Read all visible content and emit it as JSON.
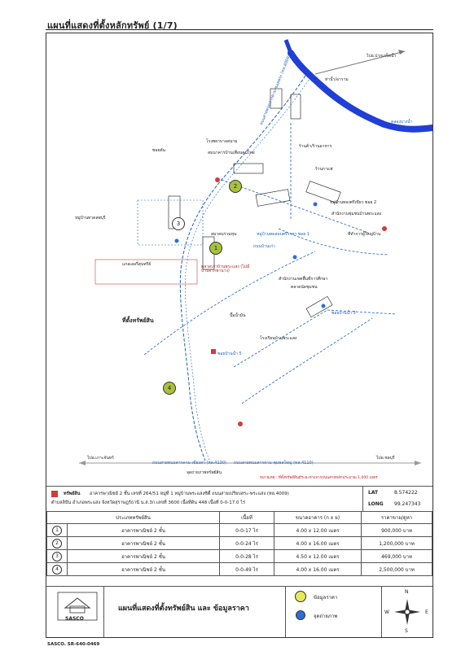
{
  "header": {
    "title": "แผนที่แสดงที่ตั้งหลักทรัพย์ (1/7)"
  },
  "map": {
    "labels": {
      "to_prachinburi": "ไปอ.ปากเกร็ดน้ำ",
      "chantaburi_mkt": "ท่าน้ำ/อาราม",
      "canal": "คลองบางน้ำ",
      "road_4009": "ถนนสายพนมสารคาม-ซอยพระ (ทล.4009)",
      "soi_1": "หมู่บ้านทดสอบศรีราชา ซอย 1",
      "temple": "ร้านค้า/ร้านอาหาร",
      "school": "โรงพยาบาลสนาม",
      "shop_a": "สมนาคารบ้านเพื่อนคนไทย",
      "housing": "หมู่บ้านทองศรีเขียว ซอย 2",
      "cafe": "ร้านกาแฟ",
      "resident": "ที่ทำการผู้ใหญ่บ้าน",
      "village": "หมู่บ้านทวดลพบุรี",
      "dead_end": "ซอยตัน",
      "office": "สำนักงานชุมชนบ้านพระแสง",
      "soi_3": "ซอยบ้านน้ำ 3",
      "soi_5": "ซอยบ้านน้ำ 5",
      "market": "ตลาดนัดชุมชน",
      "gas": "ปั๊มน้ำมัน",
      "road_sub": "ถนนบ้านเก่า",
      "school2": "โรงเรียนบ้านพระแสง",
      "subject_box": "ตลาดเก่าบ้านพระแสง (ไม่มีบ้านจากพานาง)",
      "subject_name": "ที่ตั้งทรัพย์สิน",
      "school3": "แกลเลอรี่สุนทรีย์",
      "office2": "สมาคมร่วมทุน",
      "school4": "สำนักงานเขตพื้นที่การศึกษา",
      "pak_road": "ถนนสายพนมสารคาม-เขียงสา (ทล.4130)",
      "pak_road2": "ถนนสายพนมสารคาม-ชุมพลใหญ่ (ทล.4110)",
      "to_left": "ไปอ.เกาะจันทร์",
      "to_right": "ไปอ.ชลบุรี",
      "photo_hint": "จุดถ่ายภาพทรัพย์สิน",
      "small_note": "หมายเหตุ : ที่ตั้งทรัพย์สินมีระยะห่างจากถนนสายหลักประมาณ 1,000 เมตร"
    },
    "marker_numbers": [
      "1",
      "2",
      "3",
      "4"
    ]
  },
  "legend": {
    "asset_label": "ทรัพย์สิน",
    "asset_desc": "อาคารพาณิชย์ 2 ชั้น เลขที่ 264/51 หมู่ที่ 1 หมู่บ้านพระแสงซิตี้ ถนนสายเปรียบสระ-พระแสง (ทล.4009)",
    "location": "ตำบลลิปัน อำเภอพระแสง จังหวัดสุราษฎร์ธานี น.ส.3ก.เลขที่ 3600 เนื้อที่ดิน 448 เนื้อที่ 0-0-17.0 ไร่",
    "lat_label": "LAT",
    "lat_value": "8.574222",
    "long_label": "LONG",
    "long_value": "99.247343"
  },
  "table": {
    "headers": [
      "ประเภททรัพย์สิน",
      "เนื้อที่",
      "ขนาดอาคาร (ก x ย)",
      "ราคาขาย/ดูหา"
    ],
    "rows": [
      {
        "no": "1",
        "type": "อาคารพาณิชย์ 2 ชั้น",
        "area": "0-0-17 ไร่",
        "size": "4.00 x 12.00 เมตร",
        "price": "900,000 บาท"
      },
      {
        "no": "2",
        "type": "อาคารพาณิชย์ 2 ชั้น",
        "area": "0-0-24 ไร่",
        "size": "4.00 x 16.00 เมตร",
        "price": "1,200,000 บาท"
      },
      {
        "no": "3",
        "type": "อาคารพาณิชย์ 2 ชั้น",
        "area": "0-0-28 ไร่",
        "size": "4.50 x 12.00 เมตร",
        "price": "469,000 บาท"
      },
      {
        "no": "4",
        "type": "อาคารพาณิชย์ 2 ชั้น",
        "area": "0-0-49 ไร่",
        "size": "4.00 x 16.00 เมตร",
        "price": "2,500,000 บาท"
      }
    ]
  },
  "footer": {
    "logo_text": "SASCO",
    "title": "แผนที่แสดงที่ตั้งทรัพย์สิน และ ข้อมูลราคา",
    "legend_data": "ข้อมูลราคา",
    "legend_photo": "จุดถ่ายภาพ",
    "compass": {
      "n": "N",
      "s": "S",
      "e": "E",
      "w": "W"
    },
    "doc_ref": "SASCO. SR-640-0469"
  },
  "colors": {
    "road_blue": "#1e5fc8",
    "canal": "#1f3fd6",
    "property_red": "#d23a3a",
    "marker_green": "#a7c23a",
    "photo_blue": "#2b6fd6"
  }
}
